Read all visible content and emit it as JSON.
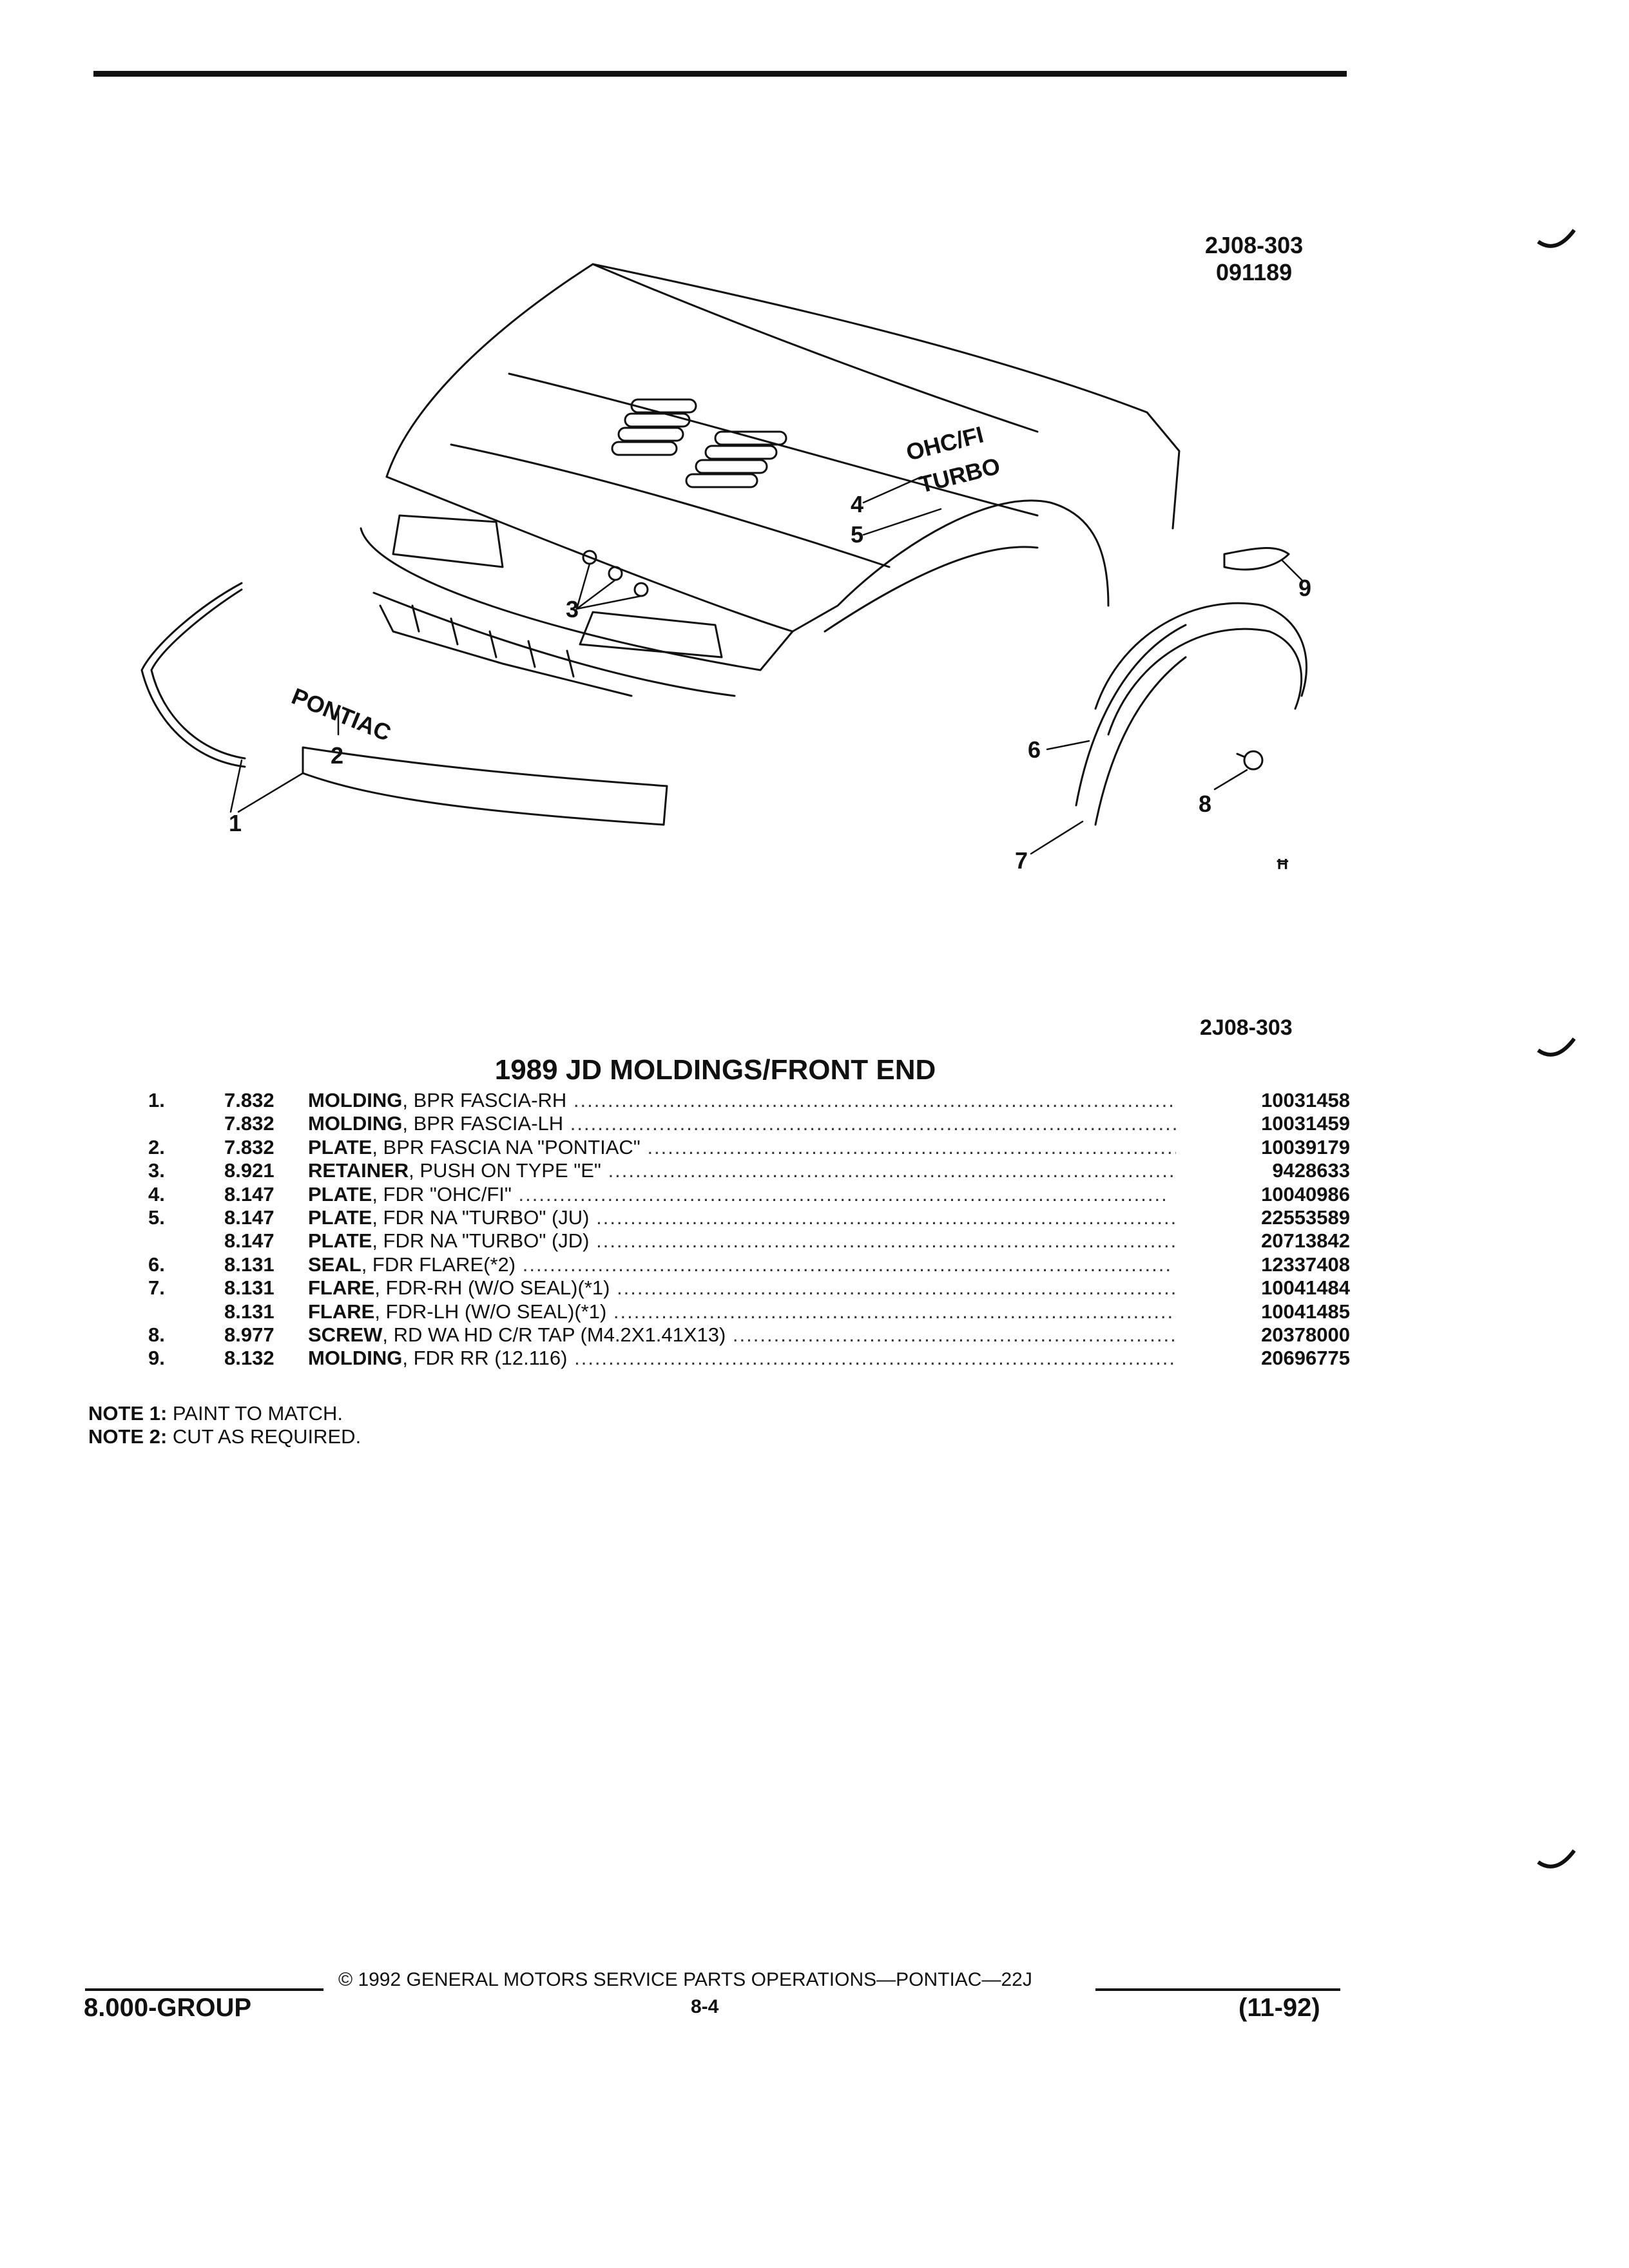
{
  "figure": {
    "id": "2J08-303",
    "date_code": "091189",
    "id_bottom": "2J08-303",
    "callouts": [
      "1",
      "2",
      "3",
      "4",
      "5",
      "6",
      "7",
      "8",
      "9"
    ],
    "badge_pontiac": "PONTIAC",
    "badge_ohc": "OHC/FI",
    "badge_turbo": "TURBO",
    "mark": "ꟸ"
  },
  "section_title": "1989 JD MOLDINGS/FRONT END",
  "parts": [
    {
      "ref": "1.",
      "code": "7.832",
      "name": "MOLDING",
      "detail": ", BPR FASCIA-RH",
      "part_no": "10031458"
    },
    {
      "ref": "",
      "code": "7.832",
      "name": "MOLDING",
      "detail": ", BPR FASCIA-LH",
      "part_no": "10031459"
    },
    {
      "ref": "2.",
      "code": "7.832",
      "name": "PLATE",
      "detail": ", BPR FASCIA NA \"PONTIAC\"",
      "part_no": "10039179"
    },
    {
      "ref": "3.",
      "code": "8.921",
      "name": "RETAINER",
      "detail": ", PUSH ON TYPE \"E\"",
      "part_no": "9428633"
    },
    {
      "ref": "4.",
      "code": "8.147",
      "name": "PLATE",
      "detail": ", FDR \"OHC/FI\"",
      "part_no": "10040986"
    },
    {
      "ref": "5.",
      "code": "8.147",
      "name": "PLATE",
      "detail": ", FDR NA \"TURBO\" (JU)",
      "part_no": "22553589"
    },
    {
      "ref": "",
      "code": "8.147",
      "name": "PLATE",
      "detail": ", FDR NA \"TURBO\" (JD)",
      "part_no": "20713842"
    },
    {
      "ref": "6.",
      "code": "8.131",
      "name": "SEAL",
      "detail": ", FDR FLARE(*2)",
      "part_no": "12337408"
    },
    {
      "ref": "7.",
      "code": "8.131",
      "name": "FLARE",
      "detail": ", FDR-RH (W/O SEAL)(*1)",
      "part_no": "10041484"
    },
    {
      "ref": "",
      "code": "8.131",
      "name": "FLARE",
      "detail": ", FDR-LH (W/O SEAL)(*1)",
      "part_no": "10041485"
    },
    {
      "ref": "8.",
      "code": "8.977",
      "name": "SCREW",
      "detail": ", RD WA HD C/R TAP (M4.2X1.41X13)",
      "part_no": "20378000"
    },
    {
      "ref": "9.",
      "code": "8.132",
      "name": "MOLDING",
      "detail": ", FDR RR (12.116)",
      "part_no": "20696775"
    }
  ],
  "notes": [
    {
      "label": "NOTE  1:",
      "text": "PAINT TO MATCH."
    },
    {
      "label": "NOTE  2:",
      "text": "CUT AS REQUIRED."
    }
  ],
  "footer": {
    "group": "8.000-GROUP",
    "copyright": "© 1992 GENERAL MOTORS SERVICE PARTS OPERATIONS—PONTIAC—22J",
    "page": "8-4",
    "date": "(11-92)"
  },
  "colors": {
    "ink": "#111111",
    "paper": "#ffffff"
  }
}
